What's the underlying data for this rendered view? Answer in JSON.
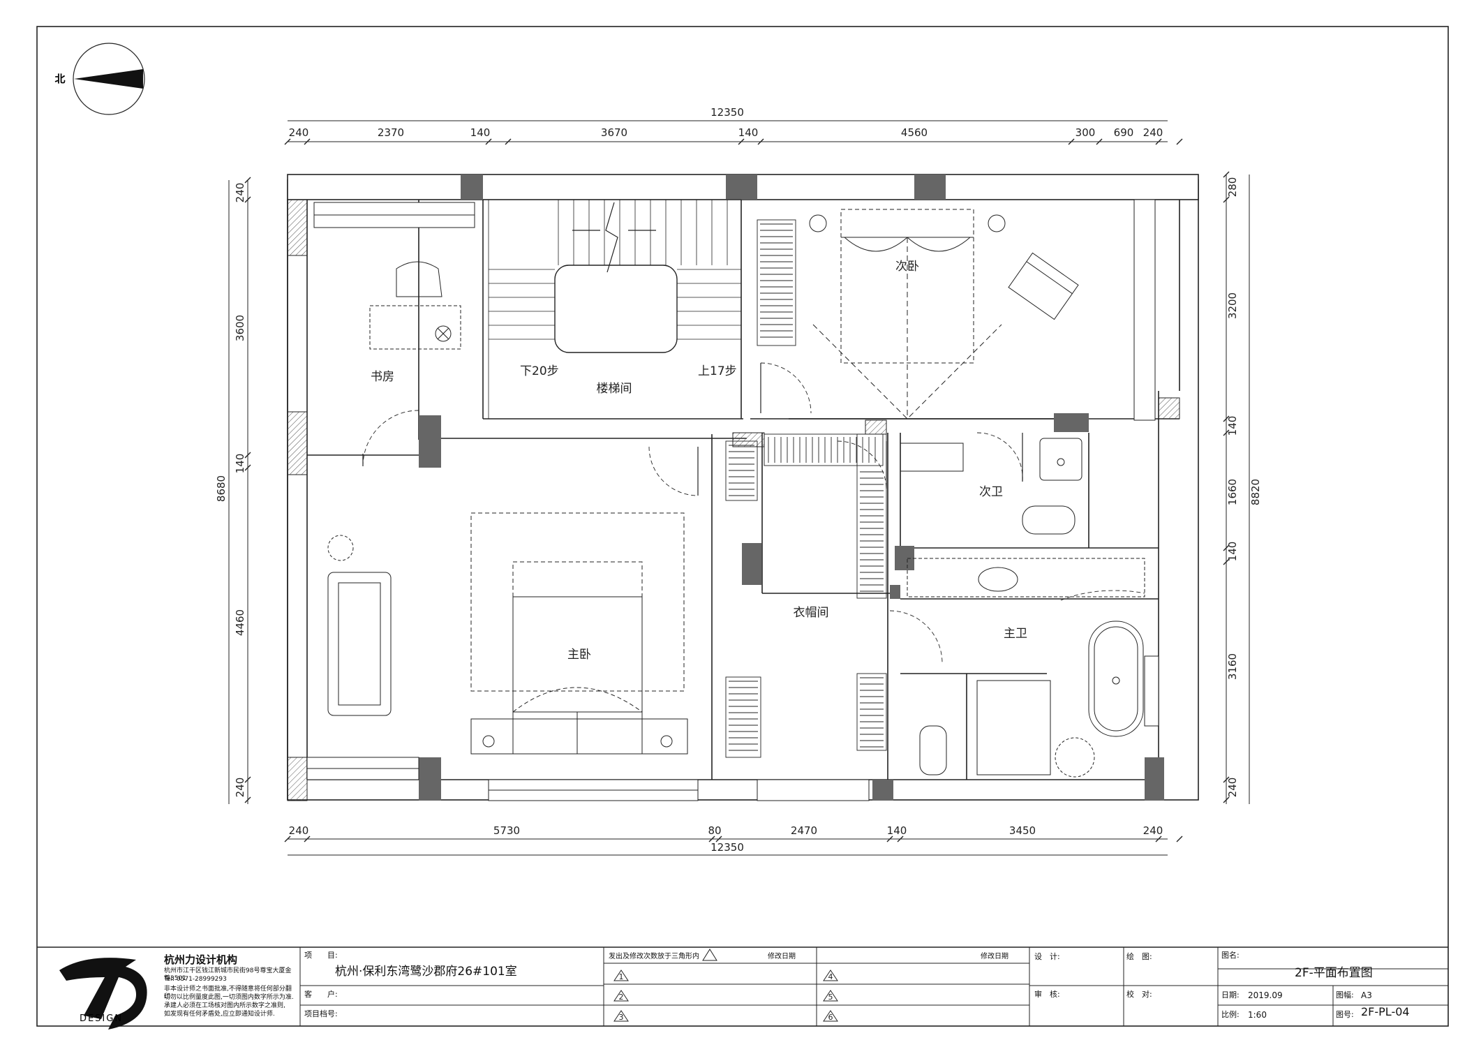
{
  "compass": {
    "label": "北"
  },
  "dims": {
    "top_total": "12350",
    "top": [
      "240",
      "2370",
      "140",
      "3670",
      "140",
      "4560",
      "300",
      "690",
      "240"
    ],
    "bottom_total": "12350",
    "bottom": [
      "240",
      "5730",
      "80",
      "2470",
      "140",
      "3450",
      "240"
    ],
    "left_total": "8680",
    "left": [
      "240",
      "3600",
      "140",
      "4460",
      "240"
    ],
    "right_total": "8820",
    "right": [
      "280",
      "3200",
      "140",
      "1660",
      "140",
      "3160",
      "240"
    ]
  },
  "rooms": {
    "study": "书房",
    "stair": "楼梯间",
    "stair_down": "下20步",
    "stair_up": "上17步",
    "second_bedroom": "次卧",
    "second_bath": "次卫",
    "closet": "衣帽间",
    "master_bath": "主卫",
    "master_bedroom": "主卧"
  },
  "title_block": {
    "company": "杭州力设计机构",
    "logo_word": "DESIGN",
    "address": "杭州市江干区钱江新城市民街98号尊宝大厦金尊3501",
    "tel": "Tel: 0571-28999293",
    "notice_1": "非本设计师之书面批准,不得随意将任何部分翻印.",
    "notice_2": "切勿以比例量度此图,一切须图内数字所示为准.",
    "notice_3": "承建人必须在工场核对图内所示数字之准则,",
    "notice_4": "如发现有任何矛盾处,应立即通知设计师.",
    "project_label": "项　　目:",
    "project_value": "杭州·保利东湾鹭沙郡府26#101室",
    "client_label": "客　　户:",
    "project_no_label": "项目档号:",
    "revision_note": "发出及修改次数放于三角形内",
    "revision_date_label_1": "修改日期",
    "revision_date_label_2": "修改日期",
    "revisions": [
      "1",
      "2",
      "3",
      "4",
      "5",
      "6"
    ],
    "design_label": "设　计:",
    "drawing_label": "绘　图:",
    "review_label": "审　核:",
    "check_label": "校　对:",
    "drawing_name_label": "图名:",
    "drawing_name": "2F-平面布置图",
    "date_label": "日期:",
    "date_value": "2019.09",
    "sheet_size_label": "图幅:",
    "sheet_size_value": "A3",
    "scale_label": "比例:",
    "scale_value": "1:60",
    "drawing_no_label": "图号:",
    "drawing_no_value": "2F-PL-04"
  }
}
